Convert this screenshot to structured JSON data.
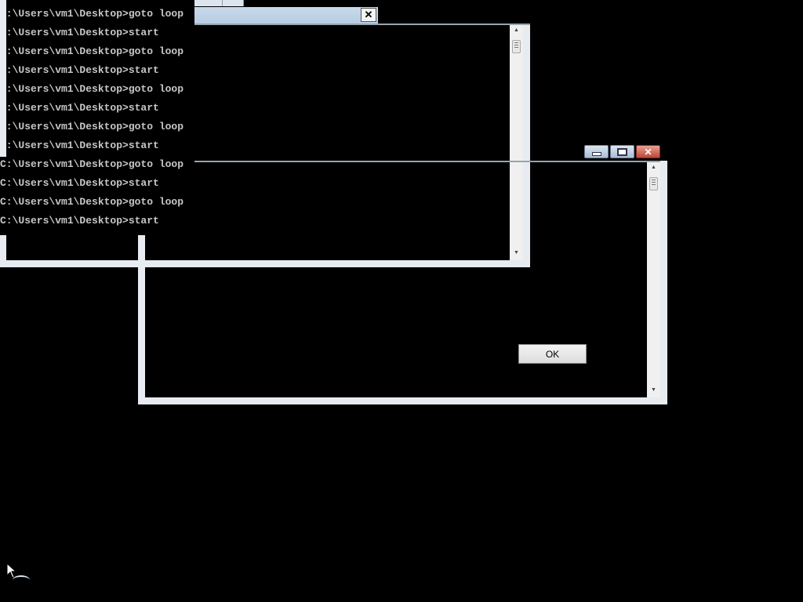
{
  "console_lines": [
    ":\\Users\\vm1\\Desktop>goto loop",
    ":\\Users\\vm1\\Desktop>start",
    ":\\Users\\vm1\\Desktop>goto loop",
    ":\\Users\\vm1\\Desktop>start",
    ":\\Users\\vm1\\Desktop>goto loop",
    ":\\Users\\vm1\\Desktop>start",
    ":\\Users\\vm1\\Desktop>goto loop",
    ":\\Users\\vm1\\Desktop>start",
    "C:\\Users\\vm1\\Desktop>goto loop",
    "C:\\Users\\vm1\\Desktop>start",
    "C:\\Users\\vm1\\Desktop>goto loop",
    "C:\\Users\\vm1\\Desktop>start"
  ],
  "dialog": {
    "ok_label": "OK",
    "close_glyph": "✕"
  },
  "window2": {
    "minimize_glyph": "▭",
    "maximize_glyph": "□",
    "close_glyph": "✕"
  },
  "scroll": {
    "up": "▲",
    "down": "▼"
  }
}
